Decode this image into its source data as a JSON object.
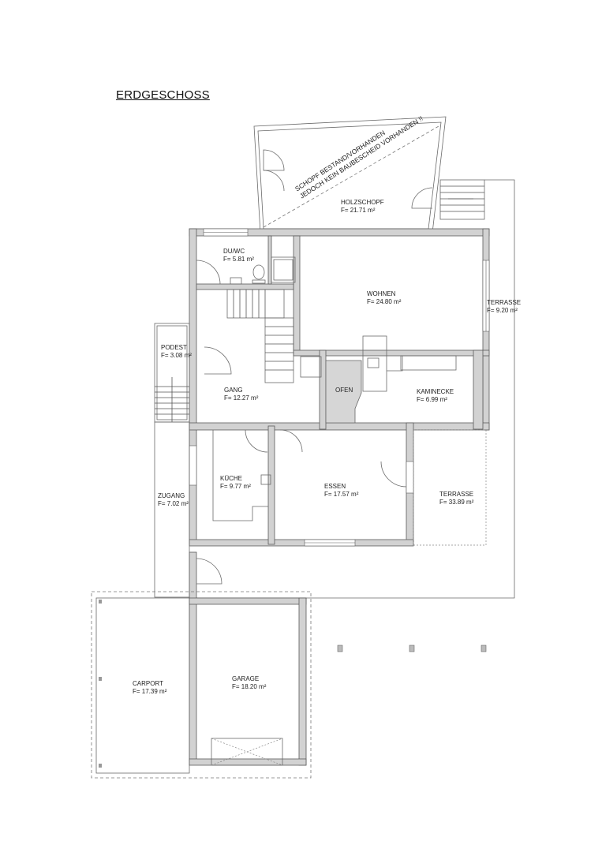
{
  "title": "ERDGESCHOSS",
  "note": {
    "line1": "SCHOPF BESTAND/VORHANDEN",
    "line2": "JEDOCH KEIN BAUBESCHEID VORHANDEN !!"
  },
  "rooms": {
    "holzschopf": {
      "name": "HOLZSCHOPF",
      "area": "F= 21.71 m²"
    },
    "du_wc": {
      "name": "DU/WC",
      "area": "F= 5.81 m²"
    },
    "wohnen": {
      "name": "WOHNEN",
      "area": "F= 24.80 m²"
    },
    "terrasse_small": {
      "name": "TERRASSE",
      "area": "F= 9.20 m²"
    },
    "podest": {
      "name": "PODEST",
      "area": "F= 3.08 m²"
    },
    "gang": {
      "name": "GANG",
      "area": "F= 12.27 m²"
    },
    "ofen": {
      "name": "OFEN"
    },
    "kaminecke": {
      "name": "KAMINECKE",
      "area": "F= 6.99 m²"
    },
    "kueche": {
      "name": "KÜCHE",
      "area": "F= 9.77 m²"
    },
    "essen": {
      "name": "ESSEN",
      "area": "F= 17.57 m²"
    },
    "terrasse_large": {
      "name": "TERRASSE",
      "area": "F= 33.89 m²"
    },
    "zugang": {
      "name": "ZUGANG",
      "area": "F= 7.02 m²"
    },
    "carport": {
      "name": "CARPORT",
      "area": "F= 17.39 m²"
    },
    "garage": {
      "name": "GARAGE",
      "area": "F= 18.20 m²"
    }
  },
  "colors": {
    "wall_fill": "#d2d2d2",
    "wall_stroke": "#5a5a5a",
    "oven_fill": "#d6d6d6"
  }
}
